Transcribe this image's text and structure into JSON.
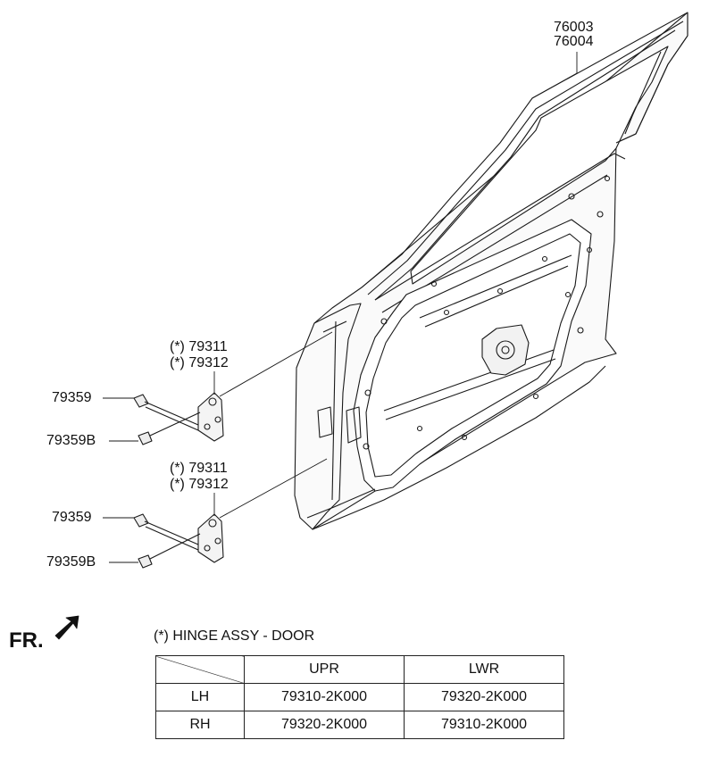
{
  "callouts": {
    "door_panel_1": "76003",
    "door_panel_2": "76004",
    "upper_hinge_1": "(*) 79311",
    "upper_hinge_2": "(*) 79312",
    "upper_bolt": "79359",
    "upper_bolt_b": "79359B",
    "lower_hinge_1": "(*) 79311",
    "lower_hinge_2": "(*) 79312",
    "lower_bolt": "79359",
    "lower_bolt_b": "79359B"
  },
  "front_indicator": "FR.",
  "table": {
    "title": "(*) HINGE ASSY - DOOR",
    "headers": [
      "UPR",
      "LWR"
    ],
    "rows": [
      {
        "side": "LH",
        "upr": "79310-2K000",
        "lwr": "79320-2K000"
      },
      {
        "side": "RH",
        "upr": "79320-2K000",
        "lwr": "79310-2K000"
      }
    ]
  }
}
